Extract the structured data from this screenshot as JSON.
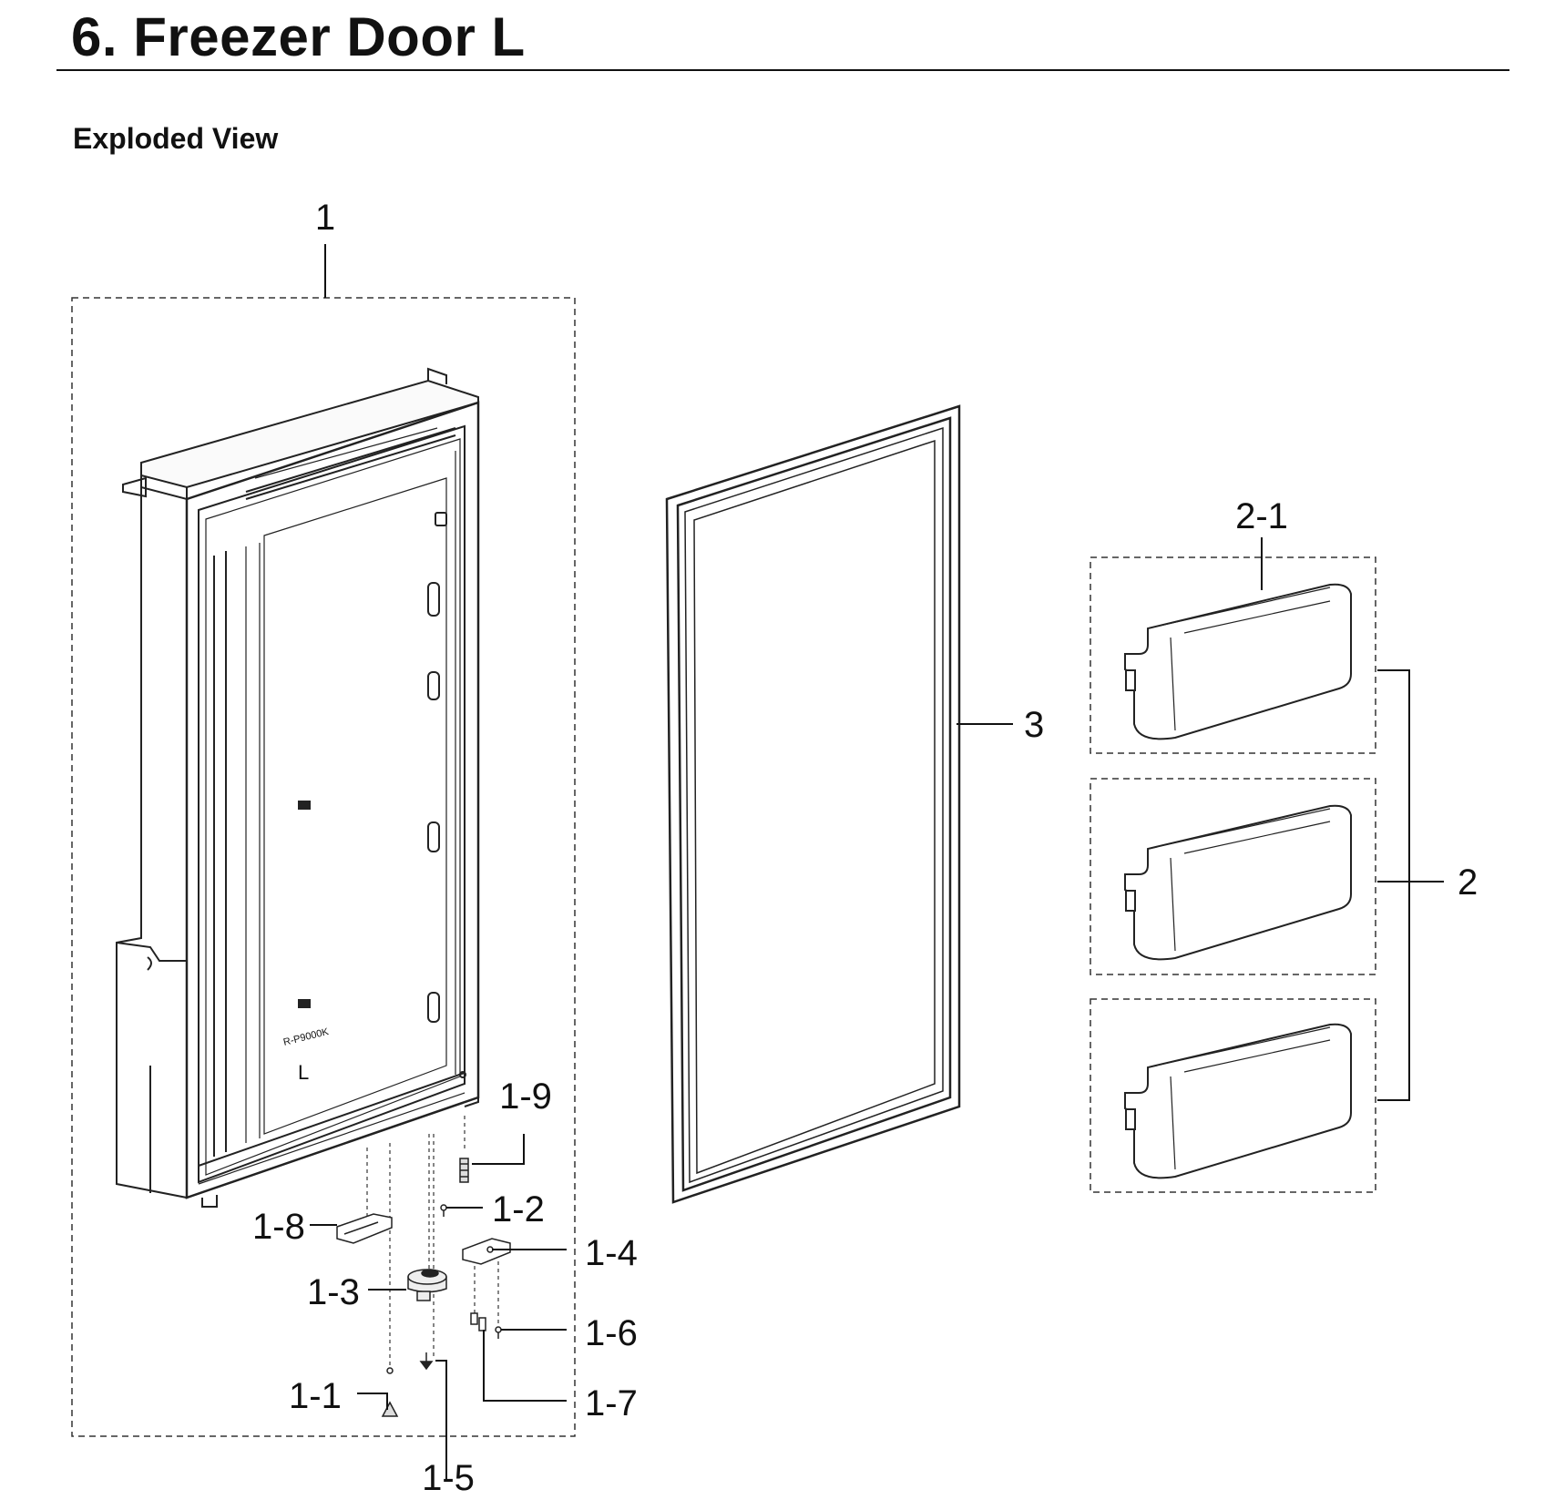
{
  "header": {
    "title": "6.  Freezer Door L",
    "subtitle": "Exploded View"
  },
  "door_markings": {
    "model_code": "R-P9000K",
    "side_letter": "L"
  },
  "callouts": {
    "c1": "1",
    "c1_1": "1-1",
    "c1_2": "1-2",
    "c1_3": "1-3",
    "c1_4": "1-4",
    "c1_5": "1-5",
    "c1_6": "1-6",
    "c1_7": "1-7",
    "c1_8": "1-8",
    "c1_9": "1-9",
    "c2": "2",
    "c2_1": "2-1",
    "c3": "3"
  }
}
